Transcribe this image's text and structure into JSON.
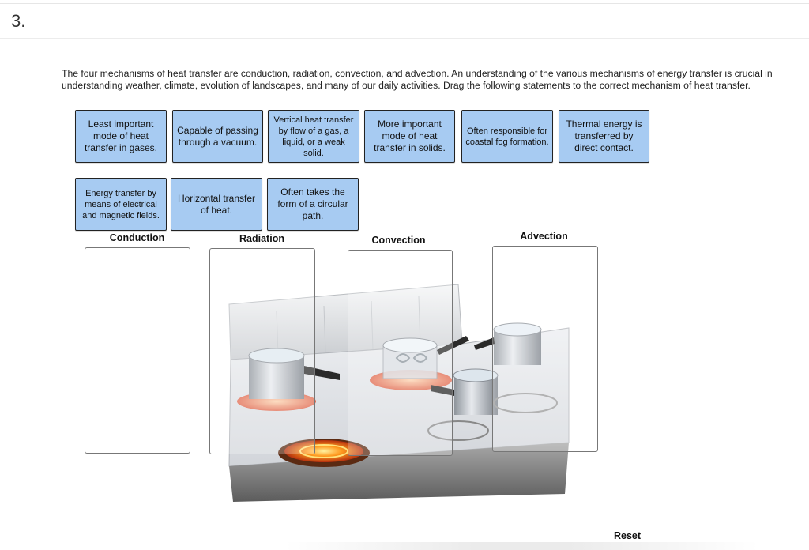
{
  "question_number": "3.",
  "instructions": "The four mechanisms of heat transfer are conduction, radiation, convection, and advection. An understanding of the various mechanisms of energy transfer is crucial in understanding weather, climate, evolution of landscapes, and many of our daily activities. Drag the following statements to the correct mechanism of heat transfer.",
  "cards": [
    "Least important mode of heat transfer in gases.",
    "Capable of passing through a vacuum.",
    "Vertical heat transfer by flow of a gas, a liquid, or a weak solid.",
    "More important mode of heat transfer in solids.",
    "Often responsible for coastal fog formation.",
    "Thermal energy is transferred by direct contact.",
    "Energy transfer by means of electrical and magnetic fields.",
    "Horizontal transfer of heat.",
    "Often takes the form of a circular path."
  ],
  "targets": {
    "conduction": "Conduction",
    "radiation": "Radiation",
    "convection": "Convection",
    "advection": "Advection"
  },
  "reset_label": "Reset",
  "colors": {
    "card_fill": "#a7cbf2",
    "card_border": "#222222"
  }
}
